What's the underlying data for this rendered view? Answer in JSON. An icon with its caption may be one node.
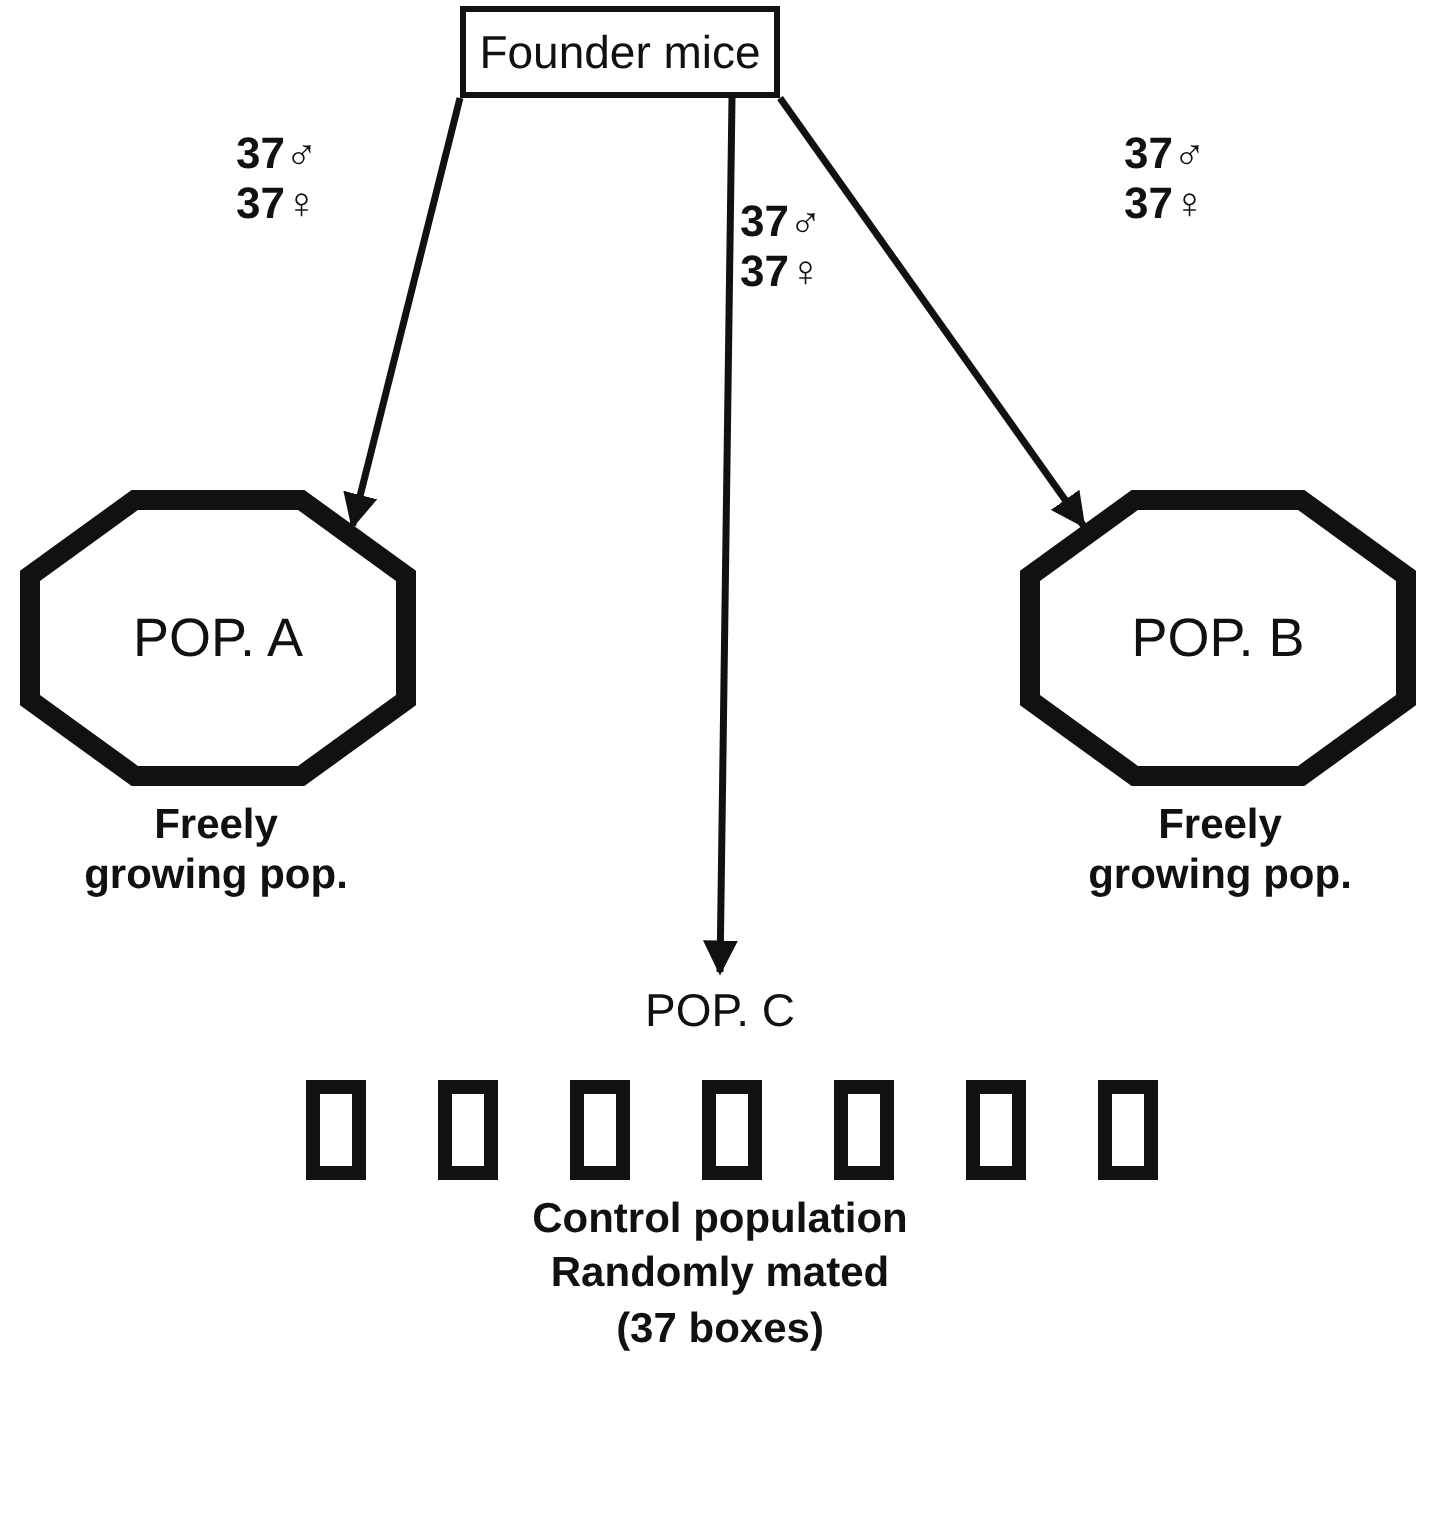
{
  "diagram": {
    "nodes": [
      {
        "text": [
          "Founder mice"
        ]
      },
      {
        "text": [
          "POP. A"
        ],
        "beside": [
          "Freely growing pop."
        ]
      },
      {
        "text": [
          "POP. B"
        ],
        "beside": [
          "Freely growing pop."
        ]
      },
      {
        "text": [
          "POP. C"
        ]
      },
      {
        "text": [],
        "shape": "box"
      },
      {
        "text": [],
        "shape": "box"
      },
      {
        "text": [],
        "shape": "box"
      },
      {
        "text": [],
        "shape": "box"
      },
      {
        "text": [],
        "shape": "box"
      },
      {
        "text": [],
        "shape": "box"
      },
      {
        "text": [],
        "shape": "box"
      }
    ],
    "edges": [
      {
        "from": 0,
        "to": 1,
        "arrow": "to",
        "label": "37♂ 37♀"
      },
      {
        "from": 0,
        "to": 3,
        "arrow": "to",
        "label": "37♂ 37♀"
      },
      {
        "from": 0,
        "to": 2,
        "arrow": "to",
        "label": "37♂ 37♀"
      }
    ],
    "labels": [
      "Control population Randomly mated (37 boxes)"
    ]
  }
}
